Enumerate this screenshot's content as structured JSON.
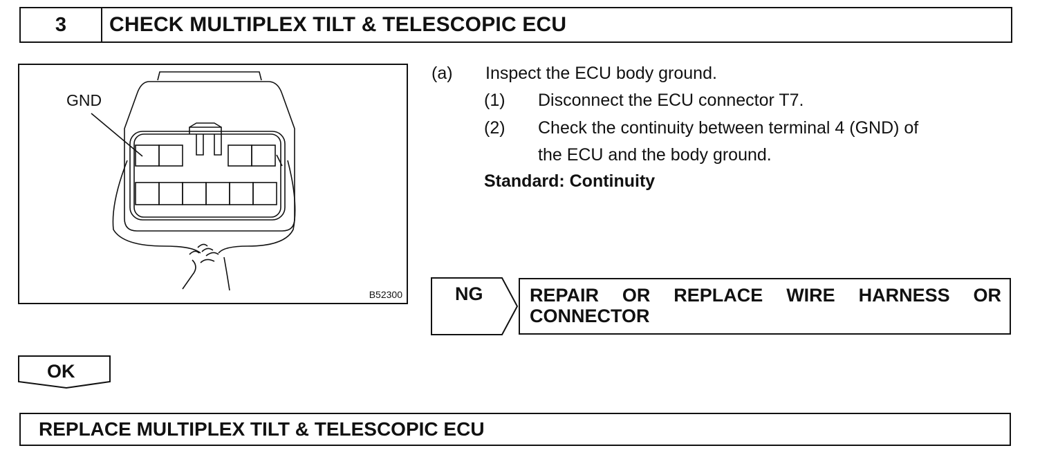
{
  "header": {
    "step_number": "3",
    "title": "CHECK MULTIPLEX TILT & TELESCOPIC ECU"
  },
  "figure": {
    "gnd_label": "GND",
    "figure_code": "B52300"
  },
  "instructions": {
    "a_marker": "(a)",
    "a_text": "Inspect the ECU body ground.",
    "steps": [
      {
        "marker": "(1)",
        "text": "Disconnect the ECU connector T7."
      },
      {
        "marker": "(2)",
        "text": "Check the continuity between terminal 4 (GND) of",
        "text2": "the ECU and the body ground."
      }
    ],
    "standard": "Standard: Continuity"
  },
  "ng": {
    "label": "NG",
    "result": "REPAIR OR REPLACE WIRE HARNESS OR CONNECTOR"
  },
  "ok": {
    "label": "OK"
  },
  "final": {
    "text": "REPLACE MULTIPLEX TILT & TELESCOPIC ECU"
  }
}
